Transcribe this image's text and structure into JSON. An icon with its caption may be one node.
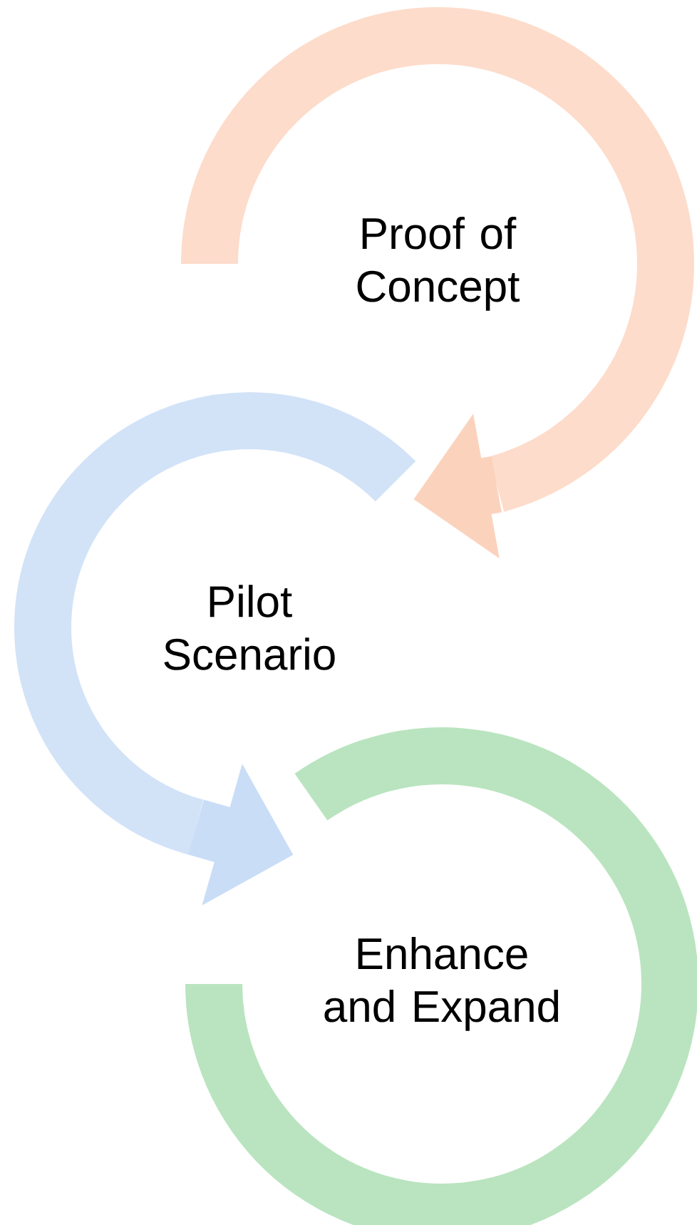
{
  "diagram": {
    "nodes": [
      {
        "text": [
          "Proof of Concept"
        ]
      },
      {
        "text": [
          "Pilot Scenario"
        ]
      },
      {
        "text": [
          "Enhance and Expand"
        ]
      }
    ],
    "edges": [
      {
        "from": 0,
        "to": 1,
        "arrow": "to",
        "color": "#fbd3bd"
      },
      {
        "from": 1,
        "to": 2,
        "arrow": "to",
        "color": "#c9ddf7"
      }
    ]
  }
}
